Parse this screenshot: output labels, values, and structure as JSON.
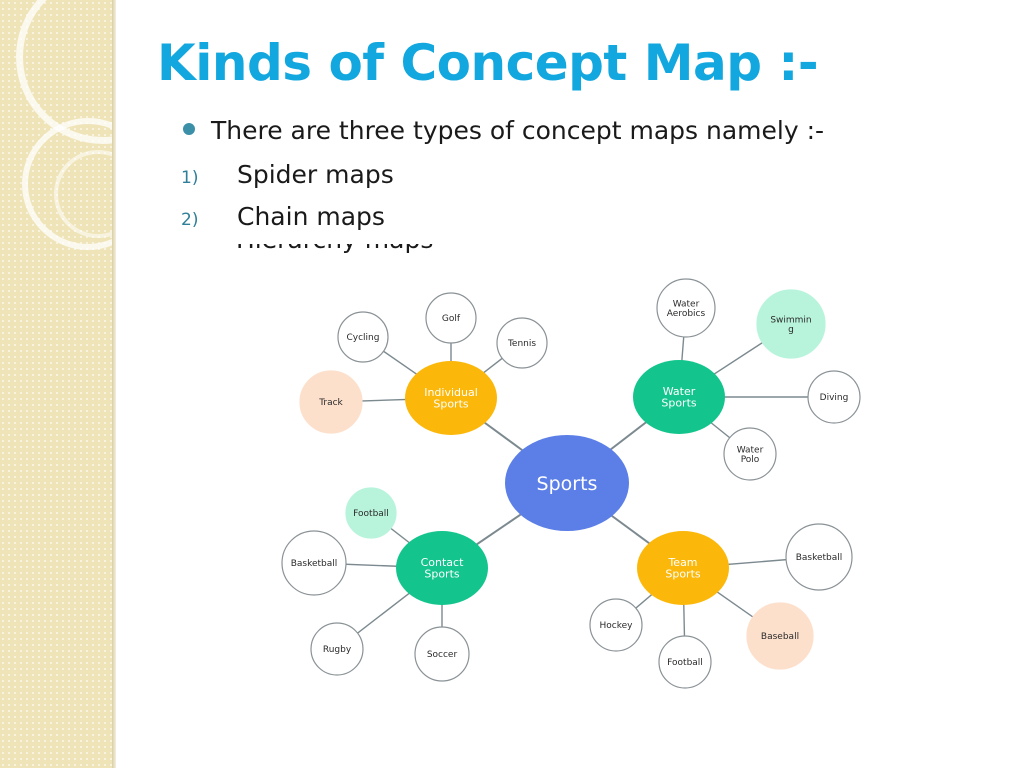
{
  "slide": {
    "title": "Kinds of Concept Map :-",
    "bullet": "There are three types of concept maps namely :-",
    "list": [
      {
        "num": "1)",
        "text": "Spider maps"
      },
      {
        "num": "2)",
        "text": "Chain maps"
      }
    ],
    "clipped_item": "Hierarchy maps"
  },
  "colors": {
    "title": "#12a7de",
    "center": "#5b7fe6",
    "yellow": "#fbb80a",
    "green": "#13c58c",
    "peach": "#fde0cc",
    "mint": "#b8f4dc",
    "line": "#7c8a90"
  },
  "concept_map": {
    "center": {
      "label": "Sports"
    },
    "hubs": [
      {
        "label": [
          "Individual",
          "Sports"
        ],
        "color": "yellow",
        "leaves": [
          {
            "label": [
              "Golf"
            ],
            "color": "white"
          },
          {
            "label": [
              "Cycling"
            ],
            "color": "white"
          },
          {
            "label": [
              "Tennis"
            ],
            "color": "white"
          },
          {
            "label": [
              "Track"
            ],
            "color": "peach"
          }
        ]
      },
      {
        "label": [
          "Water",
          "Sports"
        ],
        "color": "green",
        "leaves": [
          {
            "label": [
              "Water",
              "Aerobics"
            ],
            "color": "white"
          },
          {
            "label": [
              "Swimmin",
              "g"
            ],
            "color": "mint"
          },
          {
            "label": [
              "Diving"
            ],
            "color": "white"
          },
          {
            "label": [
              "Water",
              "Polo"
            ],
            "color": "white"
          }
        ]
      },
      {
        "label": [
          "Contact",
          "Sports"
        ],
        "color": "green",
        "leaves": [
          {
            "label": [
              "Football"
            ],
            "color": "mint"
          },
          {
            "label": [
              "Basketball"
            ],
            "color": "white"
          },
          {
            "label": [
              "Rugby"
            ],
            "color": "white"
          },
          {
            "label": [
              "Soccer"
            ],
            "color": "white"
          }
        ]
      },
      {
        "label": [
          "Team",
          "Sports"
        ],
        "color": "yellow",
        "leaves": [
          {
            "label": [
              "Basketball"
            ],
            "color": "white"
          },
          {
            "label": [
              "Hockey"
            ],
            "color": "white"
          },
          {
            "label": [
              "Football"
            ],
            "color": "white"
          },
          {
            "label": [
              "Baseball"
            ],
            "color": "peach"
          }
        ]
      }
    ]
  }
}
